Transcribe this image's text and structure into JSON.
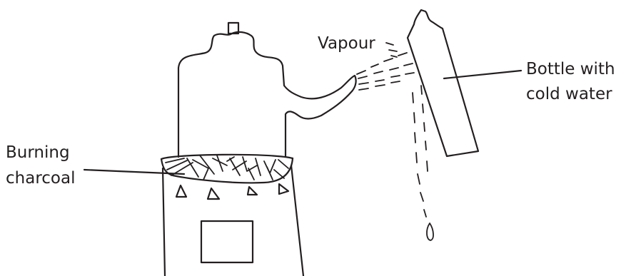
{
  "labels": {
    "vapour": "Vapour",
    "bottle_line1": "Bottle with",
    "bottle_line2": "cold water",
    "charcoal_line1": "Burning",
    "charcoal_line2": "charcoal"
  },
  "colors": {
    "stroke": "#231f20",
    "background": "#ffffff"
  }
}
